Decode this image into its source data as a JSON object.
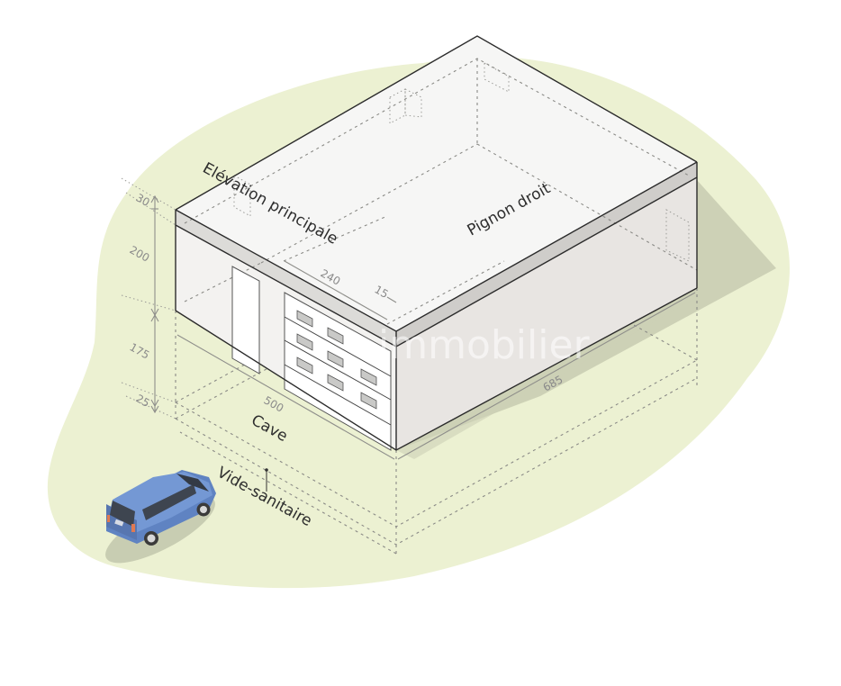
{
  "diagram": {
    "type": "isometric-building-section",
    "labels": {
      "front_elevation": "Elévation principale",
      "right_gable": "Pignon droit",
      "cellar": "Cave",
      "crawl_space": "Vide-sanitaire"
    },
    "dimensions": {
      "roof_band_height": "30",
      "wall_height": "200",
      "cellar_height": "175",
      "crawl_space_height": "25",
      "front_width": "500",
      "side_depth": "685",
      "garage_door_width": "240",
      "garage_door_offset": "15"
    },
    "watermark": "immobilier",
    "colors": {
      "ground_blob": "#ecf1d2",
      "shadow": "#cdd1b6",
      "roof_top": "#f5f5f4",
      "roof_band": "#dcdbd8",
      "front_wall": "#f3f2f0",
      "side_wall": "#e8e5e2",
      "garage_door": "#ffffff",
      "window_pane": "#c9c9c7",
      "car_body": "#6f93cf",
      "text": "#2e2e2e",
      "dimension_text": "#8a8a8a"
    },
    "objects": {
      "car": "blue-minivan",
      "garage_door_windows": 8,
      "garage_door_panels": 4
    }
  }
}
